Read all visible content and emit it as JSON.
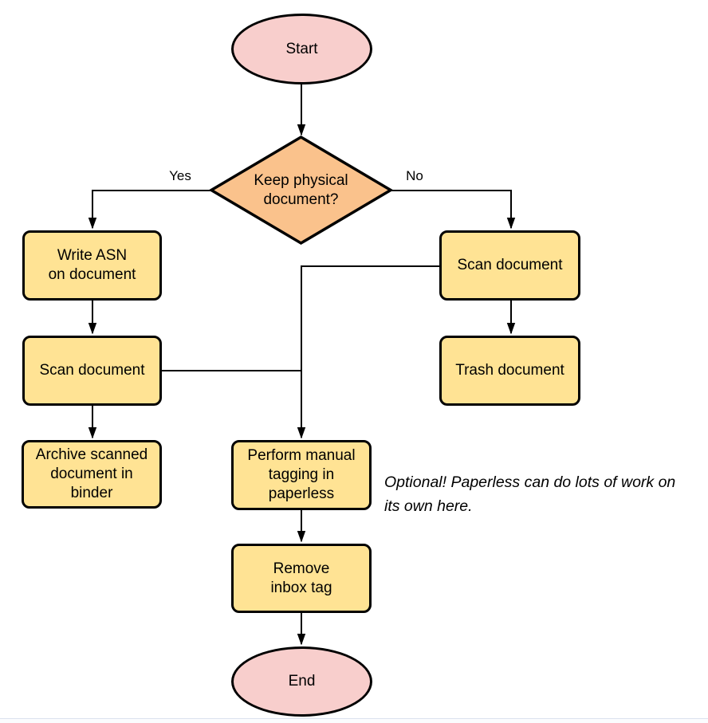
{
  "nodes": {
    "start": "Start",
    "decision": "Keep physical\ndocument?",
    "write_asn": "Write ASN\non document",
    "scan_left": "Scan document",
    "archive": "Archive scanned\ndocument in\nbinder",
    "scan_right": "Scan document",
    "trash": "Trash document",
    "tagging": "Perform manual\ntagging in\npaperless",
    "remove_inbox": "Remove\ninbox tag",
    "end": "End"
  },
  "edge_labels": {
    "yes": "Yes",
    "no": "No"
  },
  "note": "Optional! Paperless can do lots of work on\nits own here.",
  "colors": {
    "terminal_fill": "#f8cecc",
    "decision_fill": "#fac28c",
    "process_fill": "#ffe394",
    "connector": "#000000"
  }
}
